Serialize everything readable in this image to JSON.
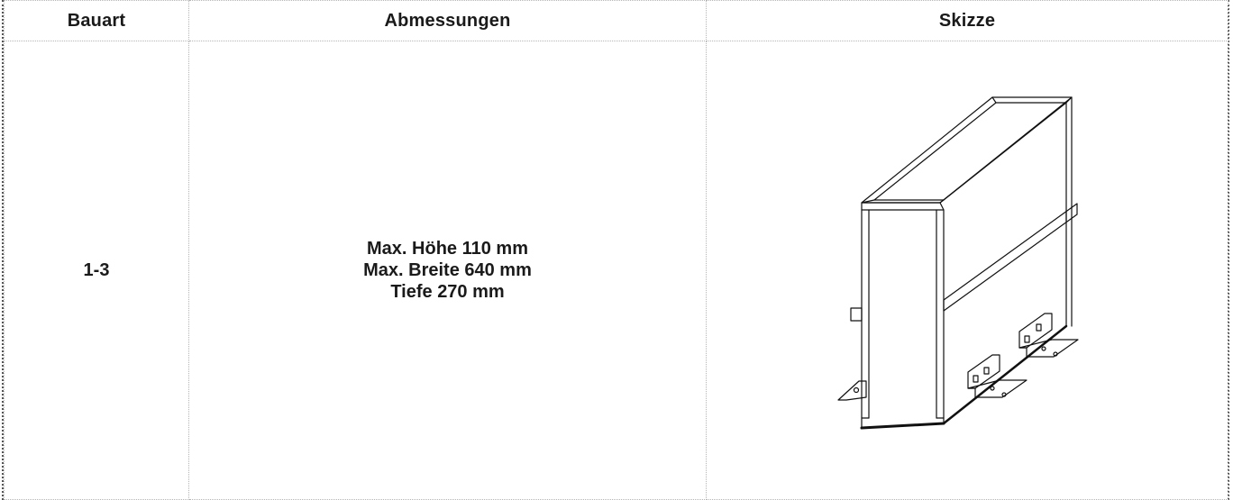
{
  "table": {
    "headers": [
      "Bauart",
      "Abmessungen",
      "Skizze"
    ],
    "rows": [
      {
        "bauart": "1-3",
        "abmessungen": [
          "Max. Höhe 110 mm",
          "Max. Breite 640 mm",
          "Tiefe 270 mm"
        ],
        "skizze": "line-drawing-duct-housing"
      }
    ]
  },
  "colors": {
    "text": "#1a1a1a",
    "grid": "#b5b5b5",
    "frame": "#555555",
    "drawing": "#111111"
  }
}
